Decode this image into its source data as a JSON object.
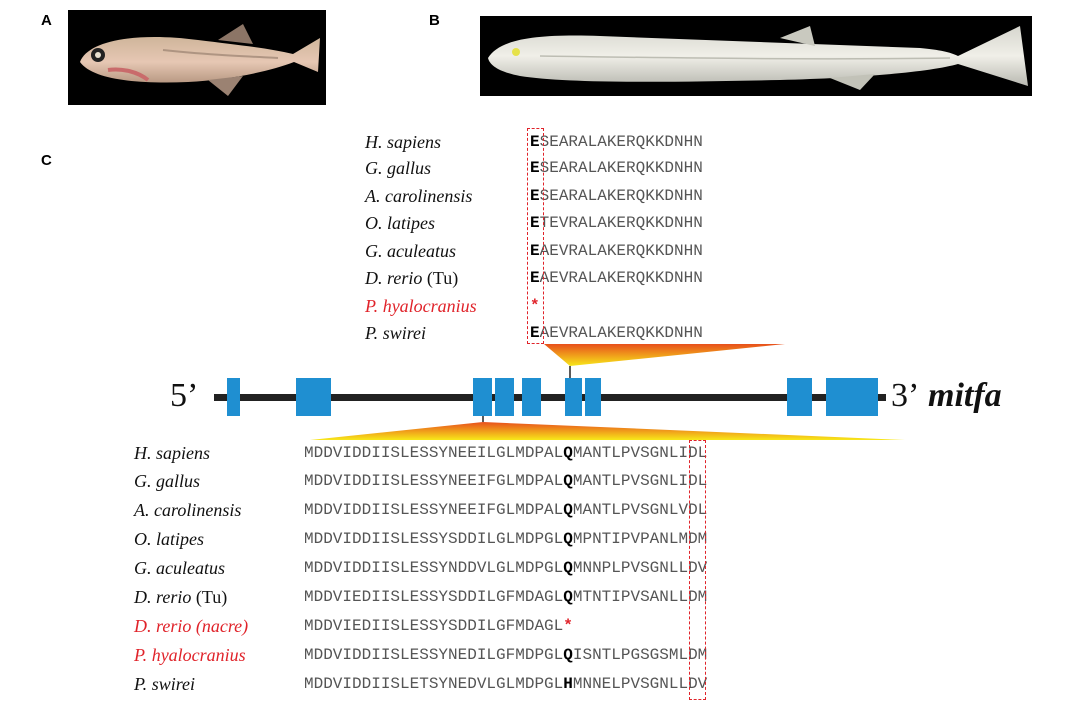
{
  "panels": {
    "a": "A",
    "b": "B",
    "c": "C"
  },
  "gene": {
    "five_prime": "5’",
    "three_prime": "3’",
    "name": "mitfa"
  },
  "top_alignment": [
    {
      "genus": "H.",
      "species": "sapiens",
      "suffix": "",
      "red": false,
      "site": "E",
      "rest": "SEARALAKERQKKDNHN"
    },
    {
      "genus": "G.",
      "species": "gallus",
      "suffix": "",
      "red": false,
      "site": "E",
      "rest": "SEARALAKERQKKDNHN"
    },
    {
      "genus": "A.",
      "species": "carolinensis",
      "suffix": "",
      "red": false,
      "site": "E",
      "rest": "SEARALAKERQKKDNHN"
    },
    {
      "genus": "O.",
      "species": "latipes",
      "suffix": "",
      "red": false,
      "site": "E",
      "rest": "TEVRALAKERQKKDNHN"
    },
    {
      "genus": "G.",
      "species": "aculeatus",
      "suffix": "",
      "red": false,
      "site": "E",
      "rest": "AEVRALAKERQKKDNHN"
    },
    {
      "genus": "D.",
      "species": "rerio",
      "suffix": " (Tu)",
      "red": false,
      "site": "E",
      "rest": "AEVRALAKERQKKDNHN"
    },
    {
      "genus": "P.",
      "species": "hyalocranius",
      "suffix": "",
      "red": true,
      "site": "*",
      "rest": ""
    },
    {
      "genus": "P.",
      "species": "swirei",
      "suffix": "",
      "red": false,
      "site": "E",
      "rest": "AEVRALAKERQKKDNHN"
    }
  ],
  "bottom_alignment": [
    {
      "genus": "H.",
      "species": "sapiens",
      "suffix": "",
      "red": false,
      "pre": "MDDVIDDIISLESSYNEEILGLMDPAL",
      "site": "Q",
      "post": "MANTLPVSGNLIDL"
    },
    {
      "genus": "G.",
      "species": "gallus",
      "suffix": "",
      "red": false,
      "pre": "MDDVIDDIISLESSYNEEIFGLMDPAL",
      "site": "Q",
      "post": "MANTLPVSGNLIDL"
    },
    {
      "genus": "A.",
      "species": "carolinensis",
      "suffix": "",
      "red": false,
      "pre": "MDDVIDDIISLESSYNEEIFGLMDPAL",
      "site": "Q",
      "post": "MANTLPVSGNLVDL"
    },
    {
      "genus": "O.",
      "species": "latipes",
      "suffix": "",
      "red": false,
      "pre": "MDDVIDDIISLESSYSDDILGLMDPGL",
      "site": "Q",
      "post": "MPNTIPVPANLMDM"
    },
    {
      "genus": "G.",
      "species": "aculeatus",
      "suffix": "",
      "red": false,
      "pre": "MDDVIDDIISLESSYNDDVLGLMDPGL",
      "site": "Q",
      "post": "MNNPLPVSGNLLDV"
    },
    {
      "genus": "D.",
      "species": "rerio",
      "suffix": " (Tu)",
      "red": false,
      "pre": "MDDVIEDIISLESSYSDDILGFMDAGL",
      "site": "Q",
      "post": "MTNTIPVSANLLDM"
    },
    {
      "genus": "D.",
      "species": "rerio (nacre)",
      "suffix": "",
      "red": true,
      "pre": "MDDVIEDIISLESSYSDDILGFMDAGL",
      "site": "*",
      "post": ""
    },
    {
      "genus": "P.",
      "species": "hyalocranius",
      "suffix": "",
      "red": true,
      "pre": "MDDVIDDIISLESSYNEDILGFMDPGL",
      "site": "Q",
      "post": "ISNTLPGSGSMLDM"
    },
    {
      "genus": "P.",
      "species": "swirei",
      "suffix": "",
      "red": false,
      "pre": "MDDVIDDIISLETSYNEDVLGLMDPGL",
      "site": "H",
      "post": "MNNELPVSGNLLDV"
    }
  ],
  "colors": {
    "exon": "#1f8fd1",
    "highlight": "#e0232a",
    "wedge_top": "#f7e81a",
    "wedge_bottom": "#e8501c"
  }
}
